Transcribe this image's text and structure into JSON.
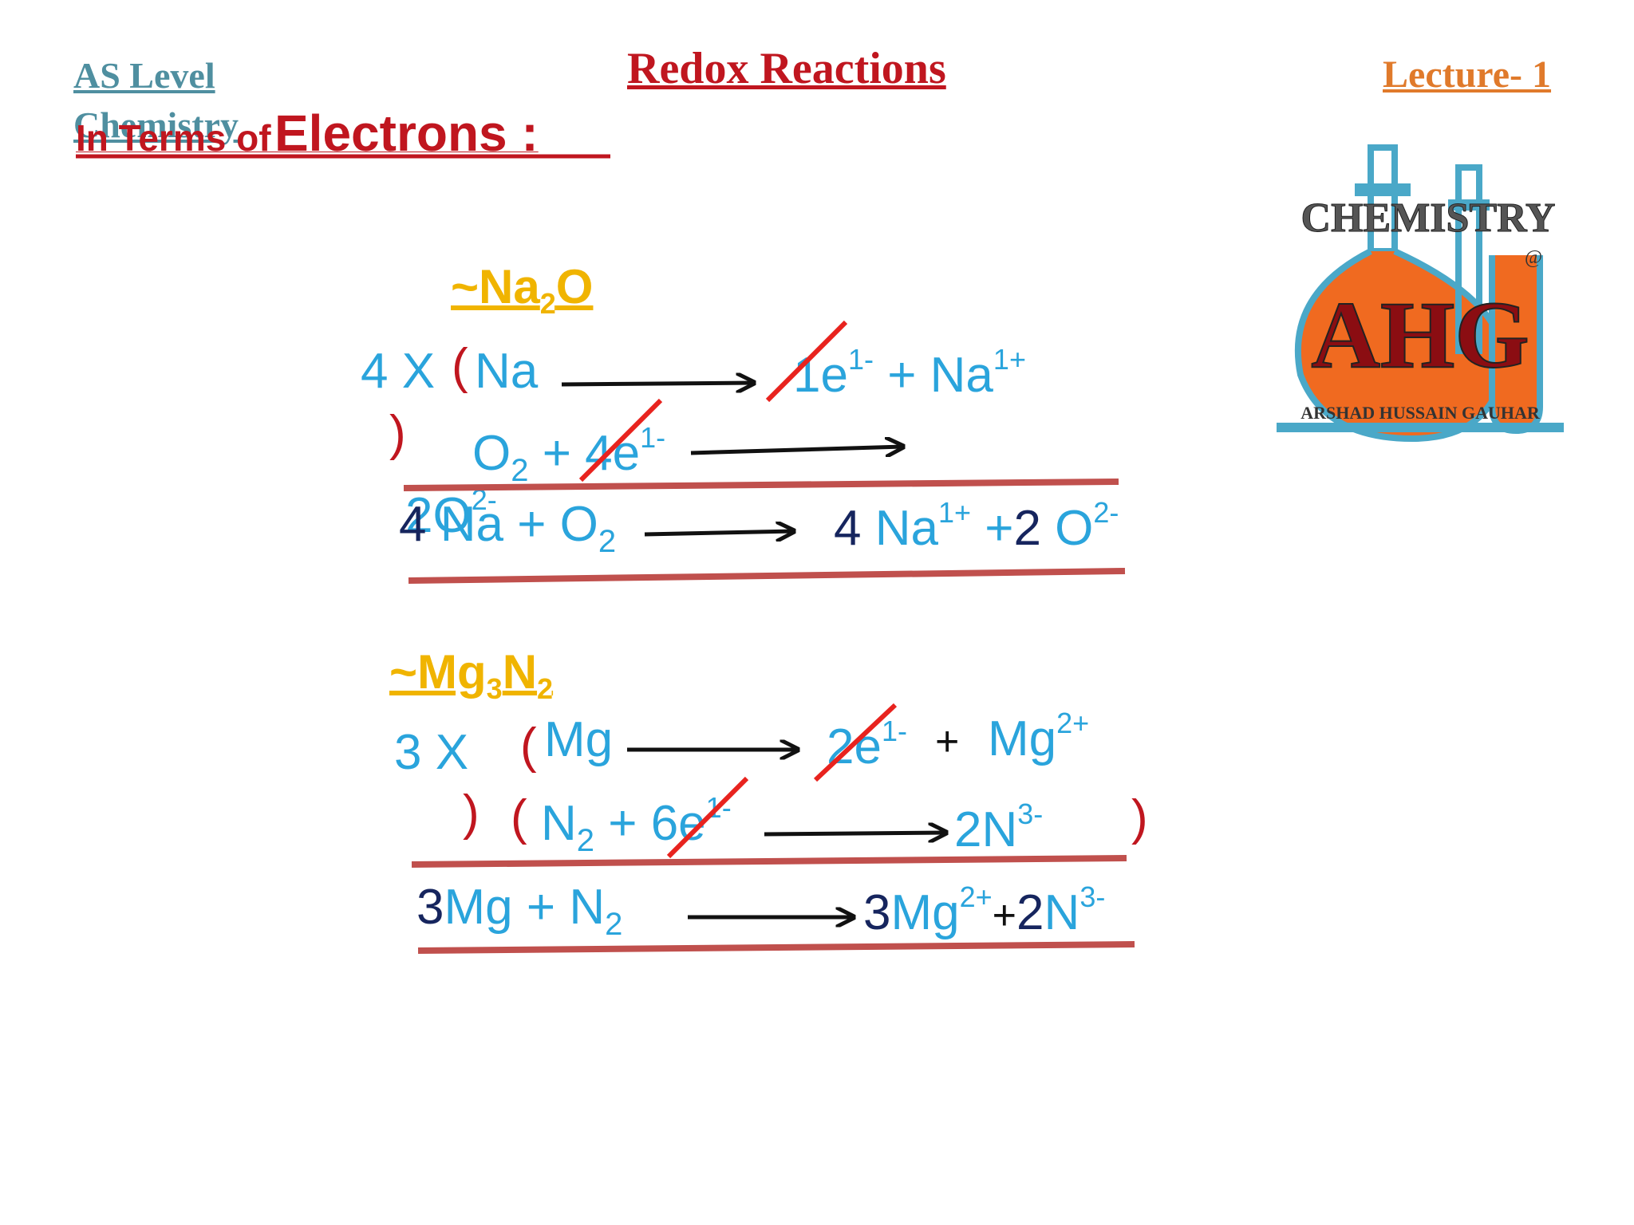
{
  "header": {
    "course": "AS Level Chemistry",
    "title": "Redox Reactions",
    "lecture": "Lecture- 1"
  },
  "subtitle": {
    "prefix": "In Terms of",
    "main": "Electrons :"
  },
  "logo": {
    "top_text": "CHEMISTRY",
    "at": "@",
    "initials": "AHG",
    "name": "ARSHAD HUSSAIN GAUHAR",
    "colors": {
      "flask": "#4aa8c8",
      "liquid": "#f06a20",
      "text": "#8b0d12"
    }
  },
  "section1": {
    "title_prefix": "~Na",
    "title_sub": "2",
    "title_suffix": "O",
    "multiplier": "4 X",
    "open_paren": "(",
    "close_paren": ")",
    "line1_reactant": "Na",
    "line1_product_e": "1e",
    "line1_product_e_sup": "1-",
    "line1_plus": "+ Na",
    "line1_product_ion_sup": "1+",
    "line2_o": "O",
    "line2_o_sub": "2",
    "line2_plus_e": "+ 4e",
    "line2_e_sup": "1-",
    "line2_product": "2O",
    "line2_product_sup": "2-",
    "net_coef": "4",
    "net_na": "Na + O",
    "net_o_sub": "2",
    "net_prod_coef": "4",
    "net_prod_na": " Na",
    "net_prod_na_sup": "1+",
    "net_plus": " +",
    "net_prod_coef2": "2",
    "net_prod_o": " O",
    "net_prod_o_sup": "2-"
  },
  "section2": {
    "title_prefix": "~Mg",
    "title_sub1": "3",
    "title_mid": "N",
    "title_sub2": "2",
    "multiplier": "3 X",
    "open_paren": "(",
    "close_paren": ")",
    "open_paren2": "(",
    "close_paren2": ")",
    "line1_reactant": "Mg",
    "line1_e": "2e",
    "line1_e_sup": "1-",
    "line1_plus": "+",
    "line1_ion": "Mg",
    "line1_ion_sup": "2+",
    "line2_n": "N",
    "line2_n_sub": "2",
    "line2_plus_e": "+ 6e",
    "line2_e_sup": "1-",
    "line2_prod_coef": "2",
    "line2_prod": "N",
    "line2_prod_sup": "3-",
    "net_coef": "3",
    "net_mg": "Mg",
    "net_plus": "+",
    "net_n": "N",
    "net_n_sub": "2",
    "net_prod_coef": "3",
    "net_prod_mg": "Mg",
    "net_prod_mg_sup": "2+",
    "net_prod_plus": "+",
    "net_prod_coef2": "2",
    "net_prod_n": "N",
    "net_prod_n_sup": "3-"
  },
  "colors": {
    "heading_red": "#c0161f",
    "section_yellow": "#f0b400",
    "equation_blue": "#2aa4dc",
    "coefficient_navy": "#16255e",
    "rule_red": "#c0504d"
  }
}
